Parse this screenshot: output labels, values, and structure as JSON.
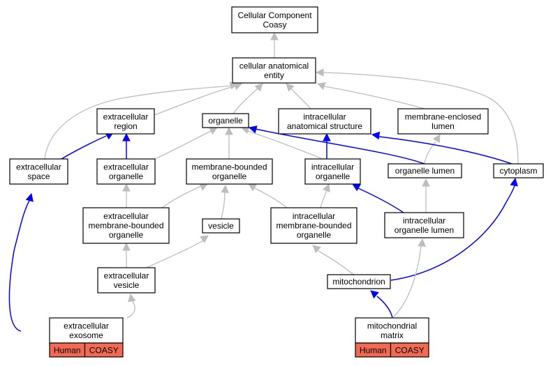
{
  "nodes": {
    "cellular_component": [
      "Cellular Component",
      "Coasy"
    ],
    "cellular_anatomical_entity": [
      "cellular anatomical",
      "entity"
    ],
    "extracellular_region": [
      "extracellular",
      "region"
    ],
    "organelle": [
      "organelle"
    ],
    "intracellular_anatomical_structure": [
      "intracellular",
      "anatomical structure"
    ],
    "membrane_enclosed_lumen": [
      "membrane-enclosed",
      "lumen"
    ],
    "extracellular_space": [
      "extracellular",
      "space"
    ],
    "extracellular_organelle": [
      "extracellular",
      "organelle"
    ],
    "membrane_bounded_organelle": [
      "membrane-bounded",
      "organelle"
    ],
    "intracellular_organelle": [
      "intracellular",
      "organelle"
    ],
    "organelle_lumen": [
      "organelle lumen"
    ],
    "cytoplasm": [
      "cytoplasm"
    ],
    "extracellular_membrane_bounded_organelle": [
      "extracellular",
      "membrane-bounded",
      "organelle"
    ],
    "vesicle": [
      "vesicle"
    ],
    "intracellular_membrane_bounded_organelle": [
      "intracellular",
      "membrane-bounded",
      "organelle"
    ],
    "intracellular_organelle_lumen": [
      "intracellular",
      "organelle lumen"
    ],
    "extracellular_vesicle": [
      "extracellular",
      "vesicle"
    ],
    "mitochondrion": [
      "mitochondrion"
    ],
    "extracellular_exosome": [
      "extracellular",
      "exosome"
    ],
    "mitochondrial_matrix": [
      "mitochondrial",
      "matrix"
    ]
  },
  "annotations": {
    "extracellular_exosome": [
      "Human",
      "COASY"
    ],
    "mitochondrial_matrix": [
      "Human",
      "COASY"
    ]
  },
  "edge_colors": {
    "is_a": "#bdbdbd",
    "part_of": "#0000ff"
  },
  "annotation_color": "#f26a52"
}
